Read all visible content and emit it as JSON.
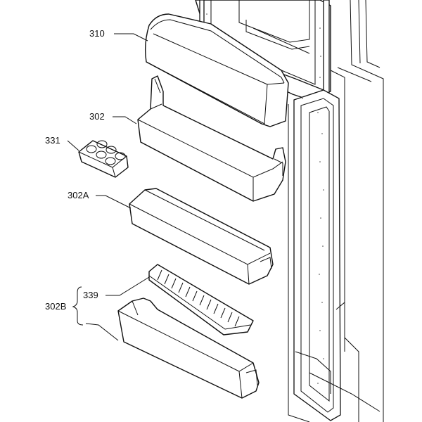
{
  "diagram": {
    "callouts": [
      {
        "id": "310",
        "text": "310"
      },
      {
        "id": "302",
        "text": "302"
      },
      {
        "id": "331",
        "text": "331"
      },
      {
        "id": "302A",
        "text": "302A"
      },
      {
        "id": "339",
        "text": "339"
      },
      {
        "id": "302B",
        "text": "302B"
      }
    ],
    "parts": [
      {
        "callout": "310",
        "kind": "shelf-cover"
      },
      {
        "callout": "302",
        "kind": "door-shelf"
      },
      {
        "callout": "331",
        "kind": "egg-tray"
      },
      {
        "callout": "302A",
        "kind": "door-shelf"
      },
      {
        "callout": "339",
        "kind": "shelf-insert"
      },
      {
        "callout": "302B",
        "kind": "door-shelf"
      }
    ],
    "colors": {
      "line": "#111111",
      "background": "#ffffff"
    }
  }
}
